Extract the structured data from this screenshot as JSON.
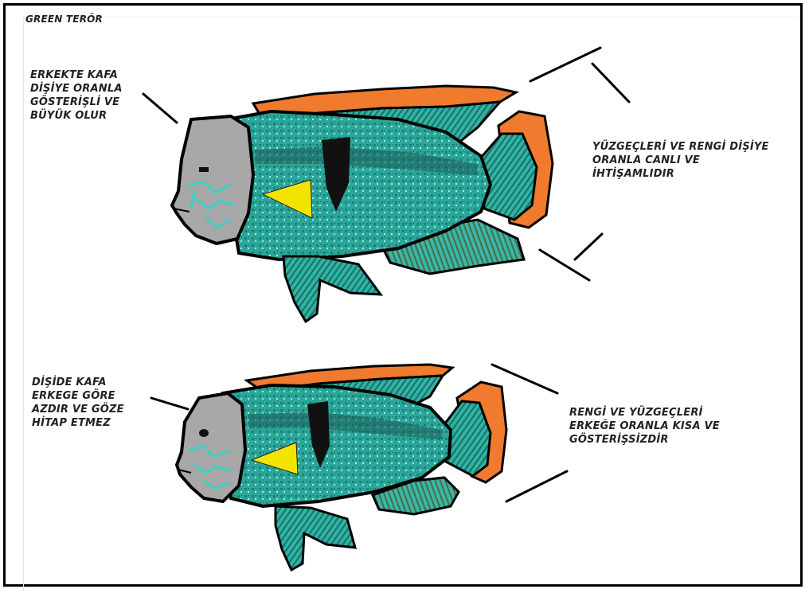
{
  "title": "GREEN TERÖR",
  "annotations": {
    "male_head": "ERKEKTE KAFA\nDİŞİYE ORANLA\nGÖSTERİŞLİ VE\nBÜYÜK OLUR",
    "male_fins": "YÜZGEÇLERİ VE RENGİ DİŞİYE\nORANLA CANLI VE\nİHTİŞAMLIDIR",
    "female_head": "DİŞİDE KAFA\nERKEGE GÖRE\nAZDIR VE GÖZE\nHİTAP ETMEZ",
    "female_fins": "RENGİ VE YÜZGEÇLERİ\nERKEĞE ORANLA KISA VE\nGÖSTERİŞSİZDİR"
  },
  "colors": {
    "body": "#2aa79a",
    "body_dark": "#1b6e66",
    "head": "#a8a8a8",
    "fin_orange": "#f07a2e",
    "fin_olive": "#4b6a44",
    "spot": "#f2e400",
    "outline": "#000000"
  }
}
